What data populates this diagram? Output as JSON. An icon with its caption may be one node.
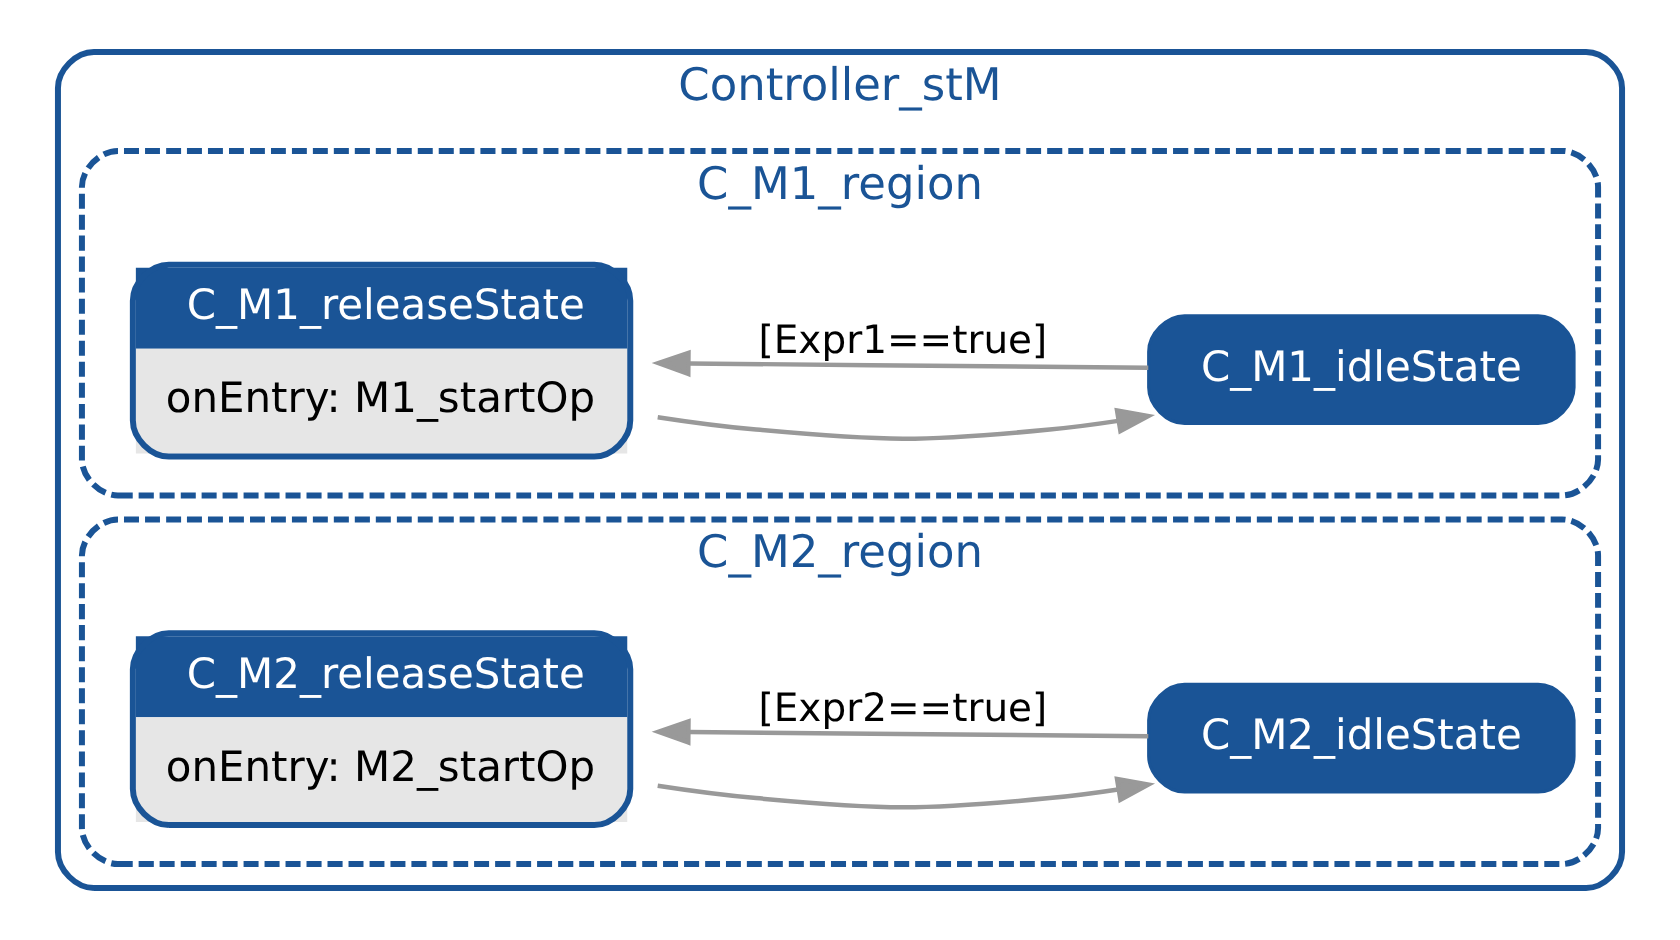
{
  "diagram": {
    "nodes": [
      {
        "text": [
          "Controller_stM"
        ]
      },
      {
        "text": [
          "C_M1_region"
        ],
        "in": 0
      },
      {
        "text": [
          "C_M1_releaseState",
          "onEntry: M1_startOp"
        ],
        "in": 1
      },
      {
        "text": [
          "C_M1_idleState"
        ],
        "in": 1
      },
      {
        "text": [
          "C_M2_region"
        ],
        "in": 0
      },
      {
        "text": [
          "C_M2_releaseState",
          "onEntry: M2_startOp"
        ],
        "in": 4
      },
      {
        "text": [
          "C_M2_idleState"
        ],
        "in": 4
      }
    ],
    "edges": [
      {
        "from": 2,
        "to": 3,
        "arrow": "to"
      },
      {
        "from": 3,
        "to": 2,
        "arrow": "to",
        "label": "[Expr1==true]"
      },
      {
        "from": 5,
        "to": 6,
        "arrow": "to"
      },
      {
        "from": 6,
        "to": 5,
        "arrow": "to",
        "label": "[Expr2==true]"
      }
    ]
  }
}
